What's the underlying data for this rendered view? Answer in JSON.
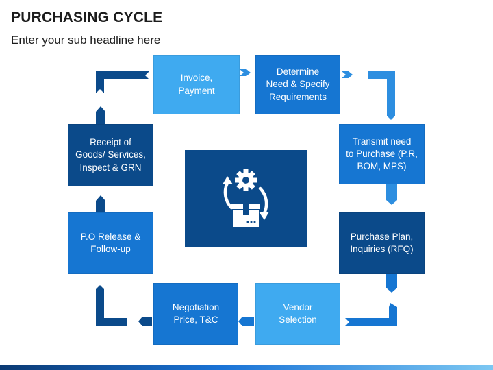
{
  "title": "PURCHASING CYCLE",
  "subtitle": "Enter your sub headline here",
  "colors": {
    "dark_navy": "#0b4a8a",
    "medium_blue": "#1676d2",
    "light_blue": "#3faaf0",
    "sky_blue": "#2d8ee0"
  },
  "center": {
    "icon": "gear-cycle-box-icon"
  },
  "steps": [
    {
      "label": "Determine\nNeed & Specify\nRequirements",
      "color": "#1676d2"
    },
    {
      "label": "Transmit need\nto Purchase (P.R,\nBOM, MPS)",
      "color": "#1676d2"
    },
    {
      "label": "Purchase Plan,\nInquiries (RFQ)",
      "color": "#0b4a8a"
    },
    {
      "label": "Vendor\nSelection",
      "color": "#3faaf0"
    },
    {
      "label": "Negotiation\nPrice, T&C",
      "color": "#1676d2"
    },
    {
      "label": "P.O Release &\nFollow-up",
      "color": "#1676d2"
    },
    {
      "label": "Receipt of\nGoods/ Services,\nInspect & GRN",
      "color": "#0b4a8a"
    },
    {
      "label": "Invoice,\nPayment",
      "color": "#3faaf0"
    }
  ]
}
